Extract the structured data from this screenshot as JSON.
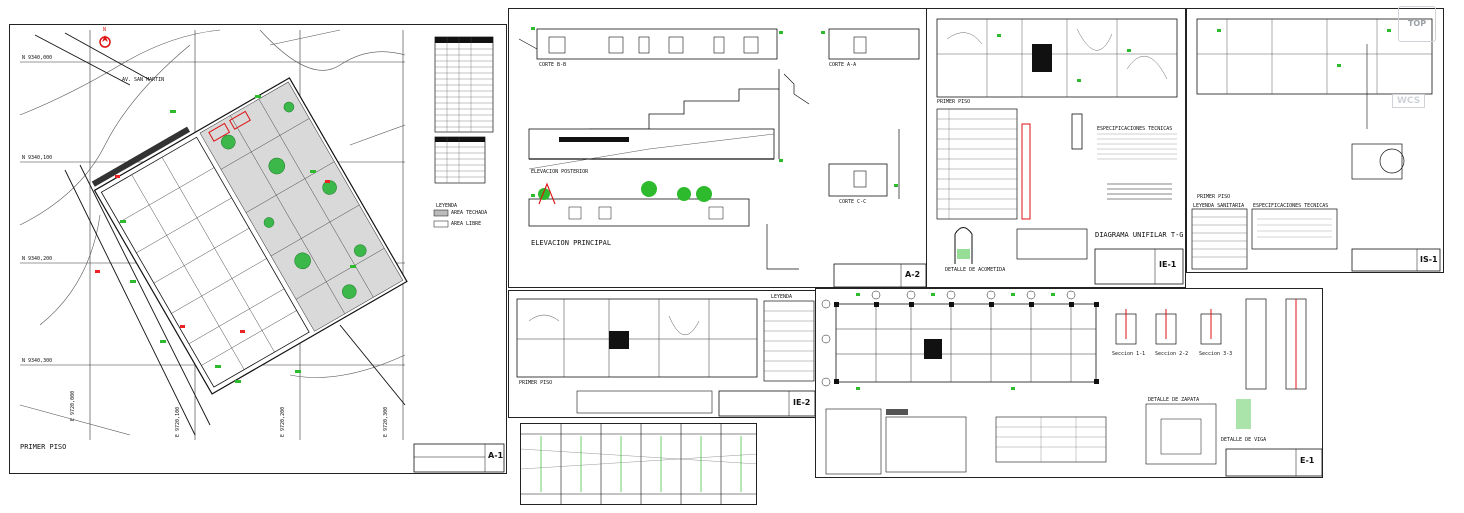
{
  "sheets": {
    "a1": {
      "compass": "N",
      "north_labels": [
        "N  9340,000",
        "N  9340,100",
        "N  9340,200",
        "N  9340,300"
      ],
      "east_labels": [
        "E  9720,000",
        "E  9720,100",
        "E  9720,200",
        "E  9720,300"
      ],
      "street": "AV. SAN MARTIN",
      "plan_title": "PRIMER PISO",
      "legend_title": "LEYENDA",
      "legend_items": [
        "AREA TECHADA",
        "AREA LIBRE"
      ],
      "sheet_id": "A-1"
    },
    "a2": {
      "sections": [
        "CORTE B-B",
        "CORTE A-A",
        "CORTE C-C"
      ],
      "elevations": [
        "ELEVACION POSTERIOR",
        "ELEVACION PRINCIPAL"
      ],
      "sheet_id": "A-2"
    },
    "ie1": {
      "plan_title": "PRIMER PISO",
      "specs_title": "ESPECIFICACIONES TECNICAS",
      "diagram_title": "DIAGRAMA UNIFILAR T-G",
      "detail_title": "DETALLE DE ACOMETIDA",
      "sheet_id": "IE-1"
    },
    "is1": {
      "plan_title": "PRIMER PISO",
      "legend_title": "LEYENDA SANITARIA",
      "notes_title": "ESPECIFICACIONES TECNICAS",
      "sheet_id": "IS-1"
    },
    "ie2": {
      "plan_title": "PRIMER PISO",
      "legend_title": "LEYENDA",
      "sheet_id": "IE-2"
    },
    "e1": {
      "sections": [
        "Seccion 1-1",
        "Seccion 2-2",
        "Seccion 3-3"
      ],
      "detail_titles": [
        "DETALLE DE ZAPATA",
        "DETALLE DE VIGA"
      ],
      "sheet_id": "E-1"
    },
    "ws": {
      "label": "WCS",
      "viewcube": "TOP"
    }
  }
}
